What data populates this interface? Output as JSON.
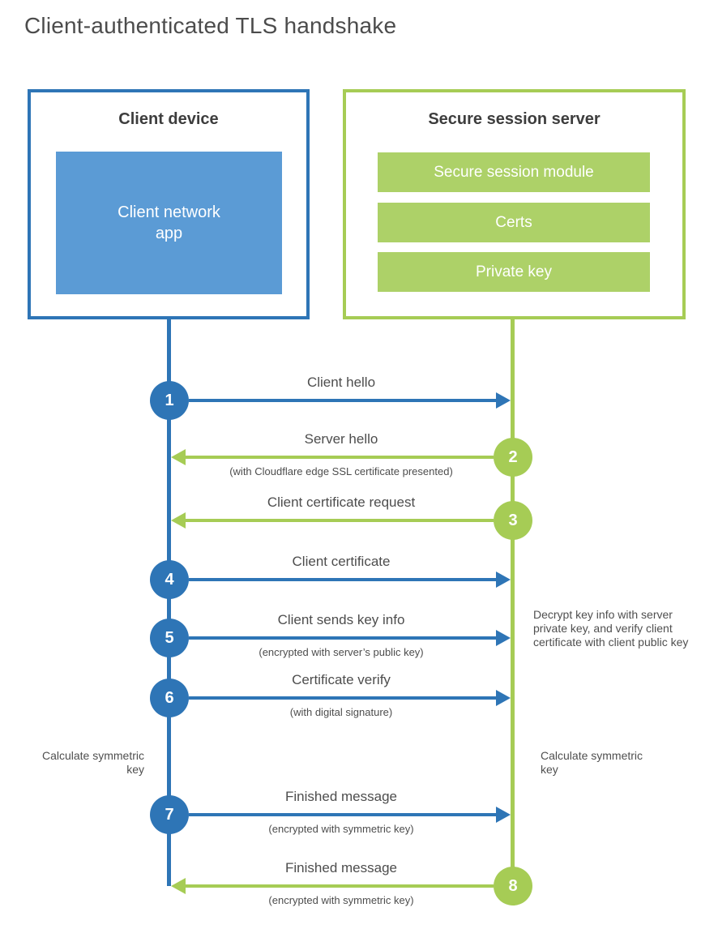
{
  "title": "Client-authenticated TLS handshake",
  "colors": {
    "client_accent": "#2e75b6",
    "client_fill": "#5b9bd5",
    "server_accent": "#a6cc55",
    "server_fill": "#add168",
    "heading_text": "#3d3d3d",
    "label_text": "#4d4d4d"
  },
  "client": {
    "title": "Client device",
    "app_label": "Client network app"
  },
  "server": {
    "title": "Secure session server",
    "modules": [
      "Secure session module",
      "Certs",
      "Private key"
    ]
  },
  "steps": [
    {
      "num": "1",
      "from": "client",
      "label": "Client hello",
      "sub": ""
    },
    {
      "num": "2",
      "from": "server",
      "label": "Server hello",
      "sub": "(with Cloudflare edge SSL certificate presented)"
    },
    {
      "num": "3",
      "from": "server",
      "label": "Client certificate request",
      "sub": ""
    },
    {
      "num": "4",
      "from": "client",
      "label": "Client certificate",
      "sub": ""
    },
    {
      "num": "5",
      "from": "client",
      "label": "Client sends key info",
      "sub": "(encrypted with server’s public key)"
    },
    {
      "num": "6",
      "from": "client",
      "label": "Certificate verify",
      "sub": "(with digital signature)"
    },
    {
      "num": "7",
      "from": "client",
      "label": "Finished message",
      "sub": "(encrypted with symmetric key)"
    },
    {
      "num": "8",
      "from": "server",
      "label": "Finished message",
      "sub": "(encrypted with symmetric key)"
    }
  ],
  "annotations": {
    "server_note": "Decrypt key info with server private key, and verify client certificate with client public key",
    "calculate_left": "Calculate symmetric key",
    "calculate_right": "Calculate symmetric key"
  }
}
